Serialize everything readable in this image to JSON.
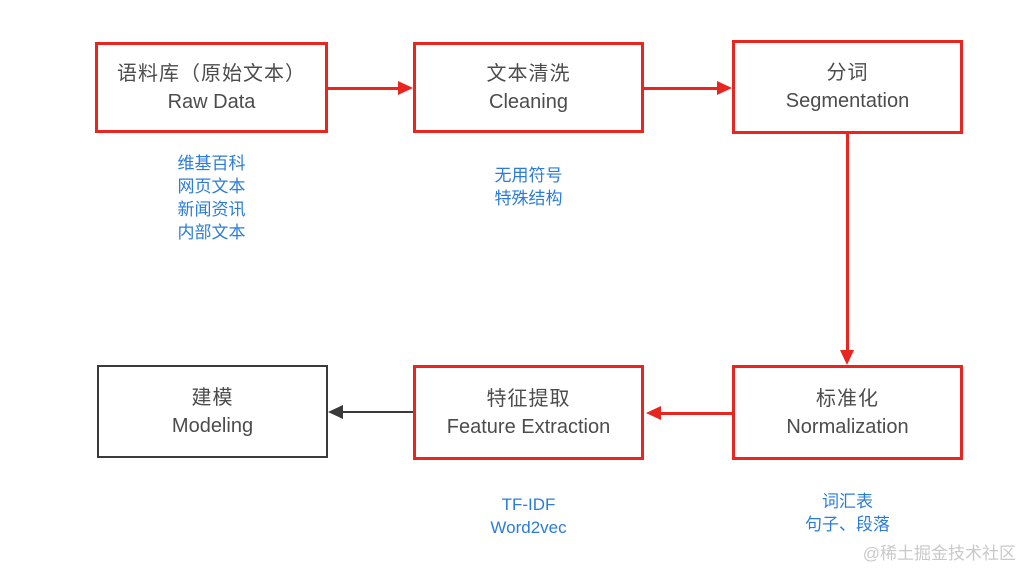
{
  "diagram": {
    "title": "NLP text processing pipeline flowchart",
    "colors": {
      "box_border_red": "#e8251f",
      "box_border_dark": "#3a3a3a",
      "box_text": "#4c4c4c",
      "note_blue": "#2b7cd9",
      "watermark_gray": "#c9c9c9",
      "background": "#ffffff"
    },
    "nodes": [
      {
        "id": "raw-data",
        "title_zh": "语料库（原始文本）",
        "title_en": "Raw Data",
        "border": "red",
        "notes": [
          "维基百科",
          "网页文本",
          "新闻资讯",
          "内部文本"
        ]
      },
      {
        "id": "cleaning",
        "title_zh": "文本清洗",
        "title_en": "Cleaning",
        "border": "red",
        "notes": [
          "无用符号",
          "特殊结构"
        ]
      },
      {
        "id": "segmentation",
        "title_zh": "分词",
        "title_en": "Segmentation",
        "border": "red",
        "notes": []
      },
      {
        "id": "normalization",
        "title_zh": "标准化",
        "title_en": "Normalization",
        "border": "red",
        "notes": [
          "词汇表",
          "句子、段落"
        ]
      },
      {
        "id": "feature-extraction",
        "title_zh": "特征提取",
        "title_en": "Feature Extraction",
        "border": "red",
        "notes": [
          "TF-IDF",
          "Word2vec"
        ]
      },
      {
        "id": "modeling",
        "title_zh": "建模",
        "title_en": "Modeling",
        "border": "dark",
        "notes": []
      }
    ],
    "edges": [
      {
        "from": "raw-data",
        "to": "cleaning",
        "color": "red",
        "direction": "right"
      },
      {
        "from": "cleaning",
        "to": "segmentation",
        "color": "red",
        "direction": "right"
      },
      {
        "from": "segmentation",
        "to": "normalization",
        "color": "red",
        "direction": "down"
      },
      {
        "from": "normalization",
        "to": "feature-extraction",
        "color": "red",
        "direction": "left"
      },
      {
        "from": "feature-extraction",
        "to": "modeling",
        "color": "black",
        "direction": "left"
      }
    ],
    "watermark": "@稀土掘金技术社区"
  }
}
